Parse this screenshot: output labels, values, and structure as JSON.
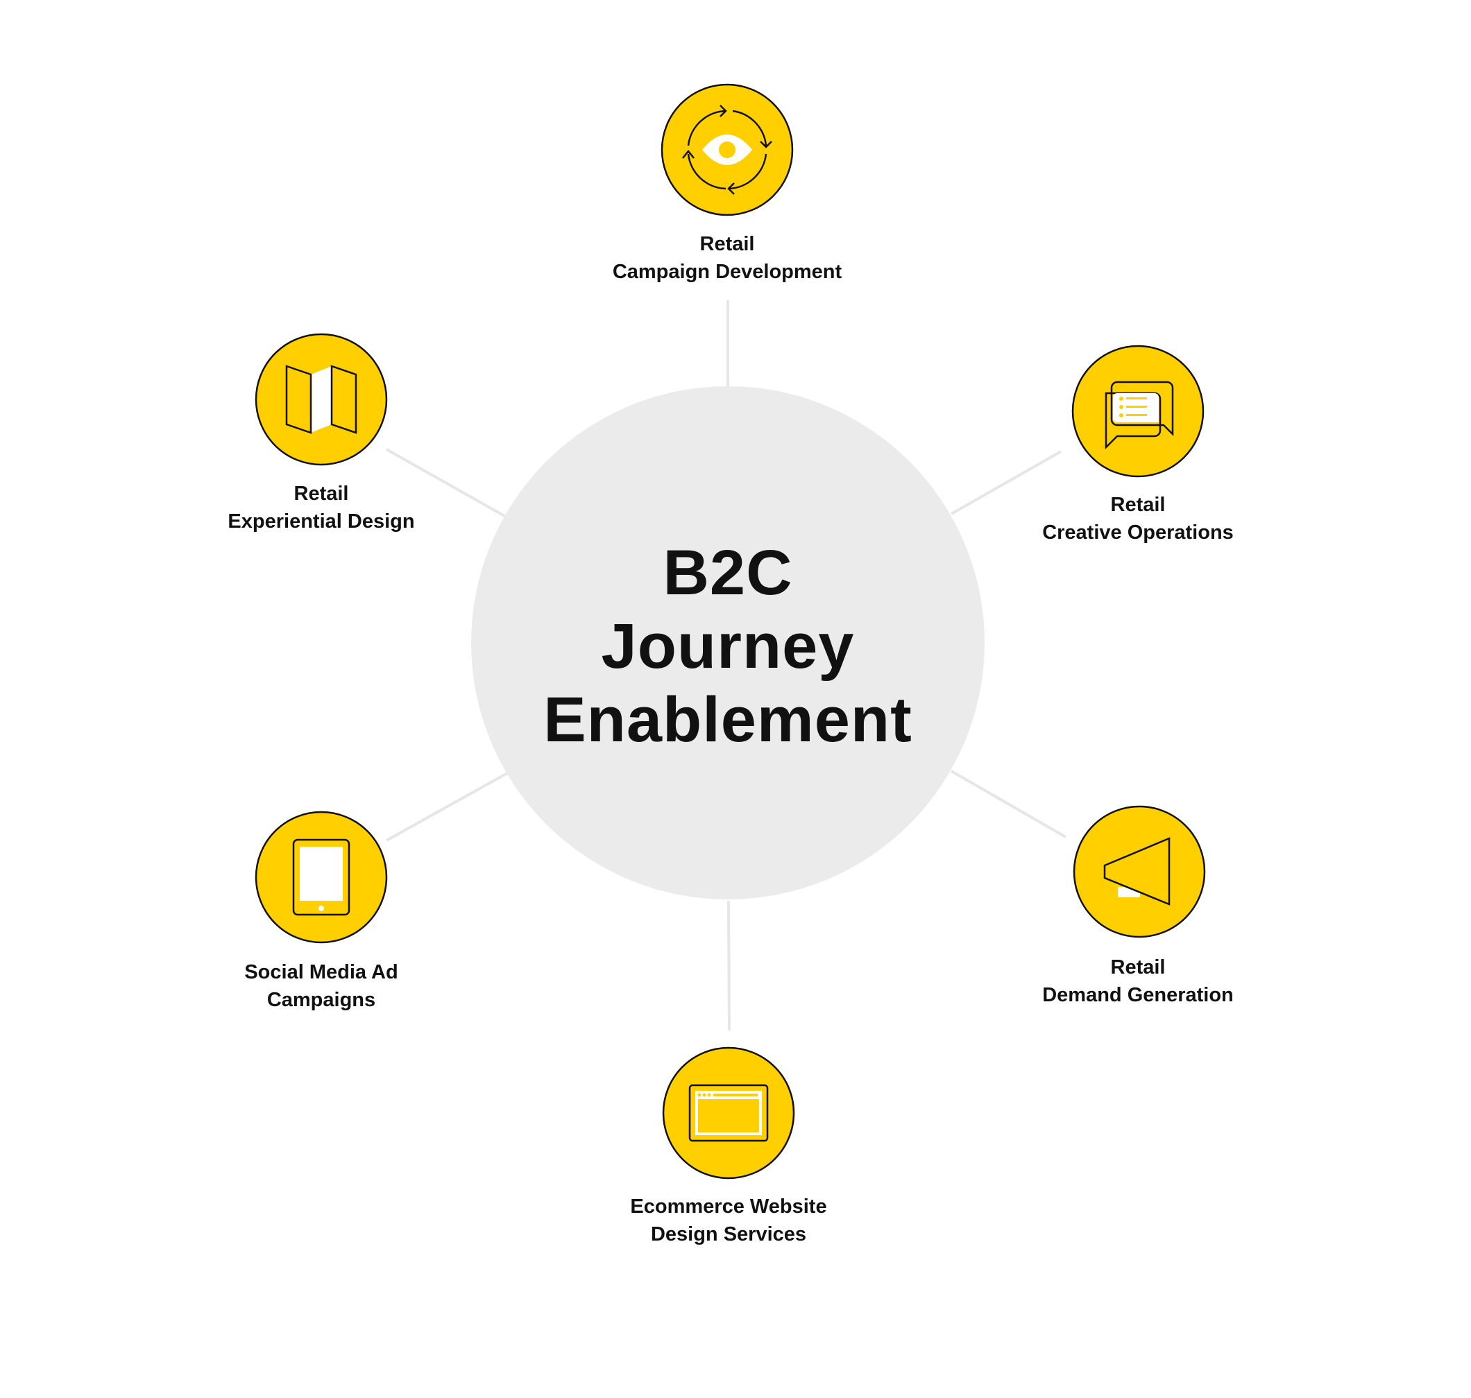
{
  "center": {
    "lines": [
      "B2C",
      "Journey",
      "Enablement"
    ]
  },
  "nodes": [
    {
      "id": "campaign-development",
      "icon": "eye-cycle-icon",
      "lines": [
        "Retail",
        "Campaign Development"
      ]
    },
    {
      "id": "creative-operations",
      "icon": "chat-bubbles-list-icon",
      "lines": [
        "Retail",
        "Creative Operations"
      ]
    },
    {
      "id": "demand-generation",
      "icon": "megaphone-icon",
      "lines": [
        "Retail",
        "Demand Generation"
      ]
    },
    {
      "id": "ecommerce-website",
      "icon": "browser-window-icon",
      "lines": [
        "Ecommerce Website",
        "Design Services"
      ]
    },
    {
      "id": "social-media-ads",
      "icon": "tablet-icon",
      "lines": [
        "Social Media Ad",
        "Campaigns"
      ]
    },
    {
      "id": "experiential-design",
      "icon": "folded-map-icon",
      "lines": [
        "Retail",
        "Experiential Design"
      ]
    }
  ],
  "colors": {
    "accent": "#FFCF00",
    "hub": "#EBEBEB",
    "connector": "#E6E6E6",
    "ink": "#111111"
  }
}
